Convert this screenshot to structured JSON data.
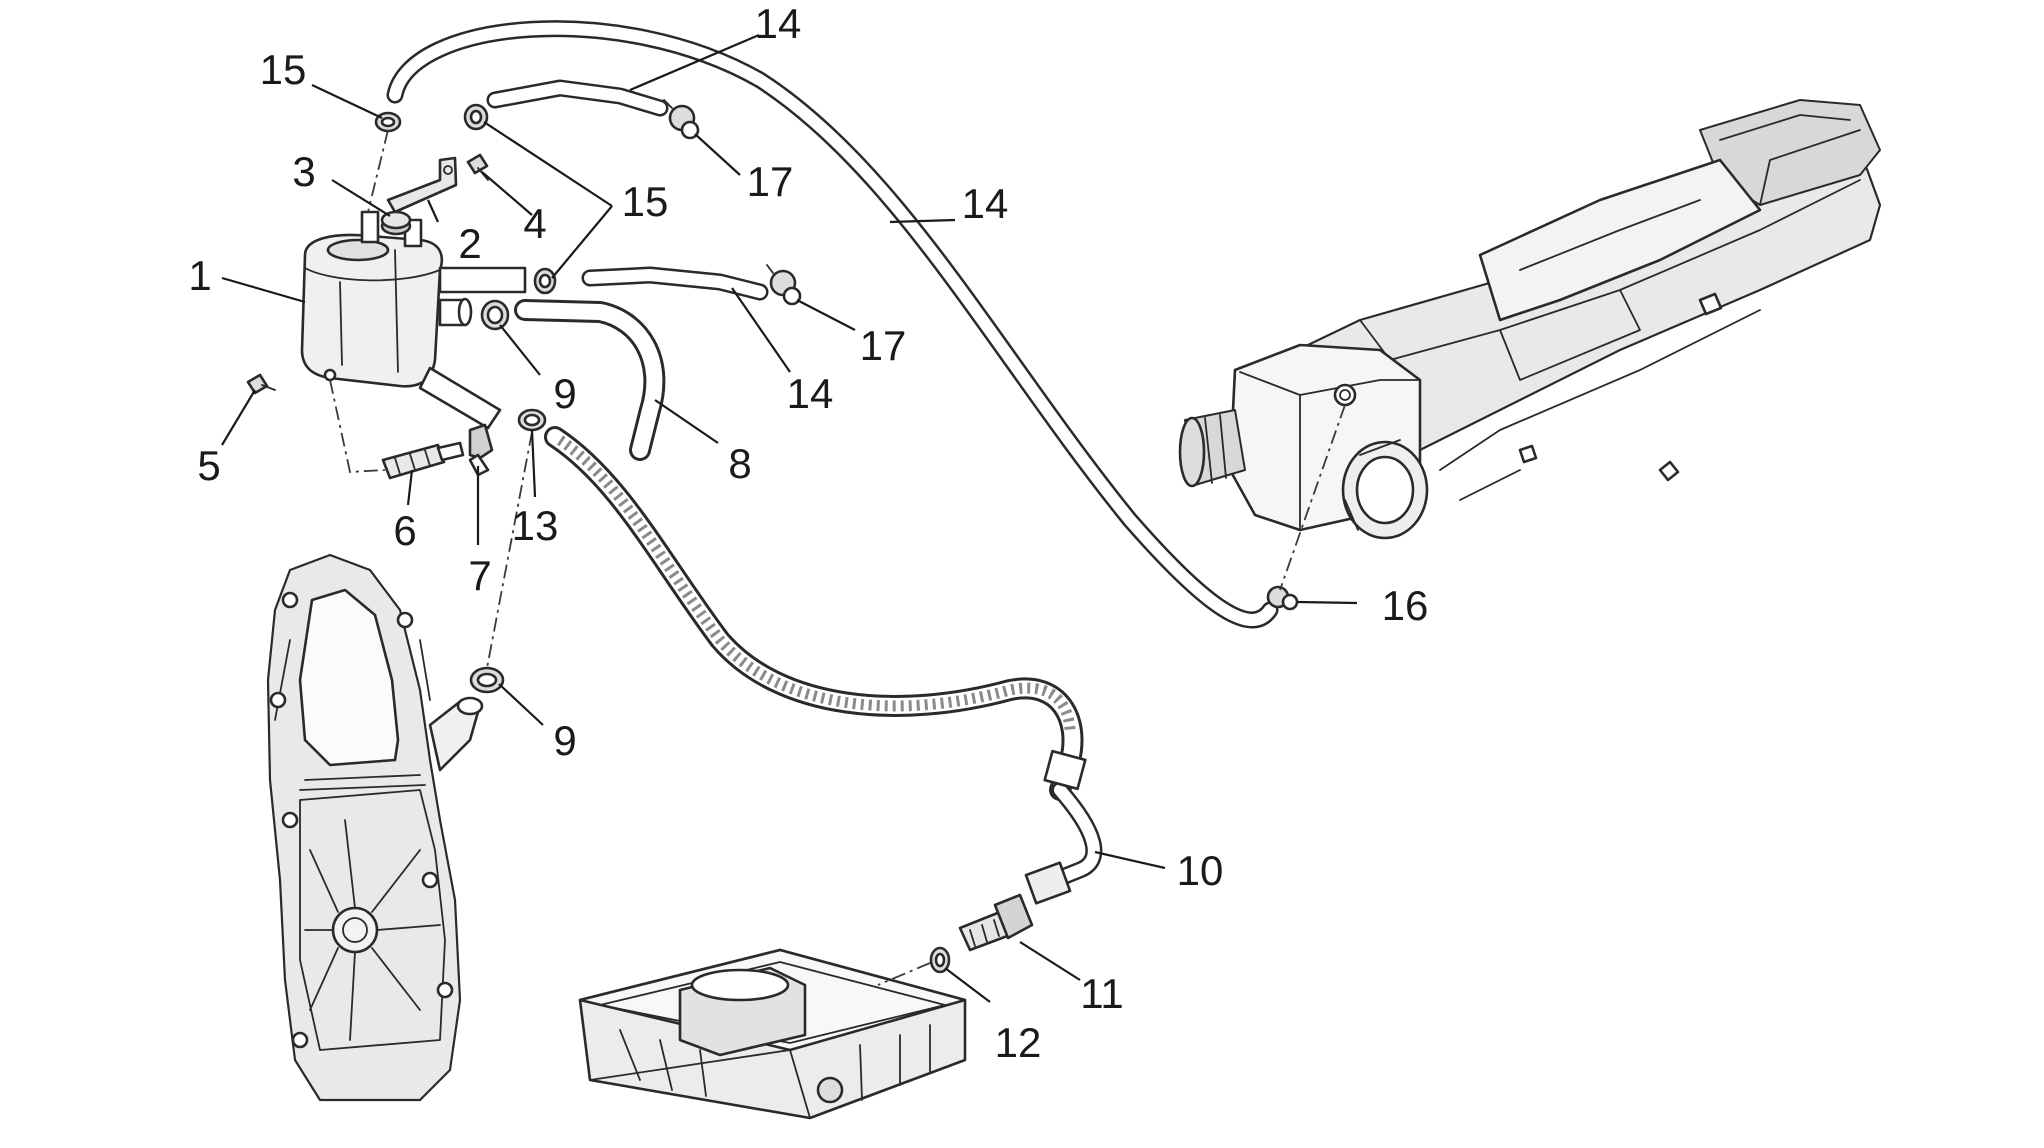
{
  "diagram": {
    "callouts": [
      {
        "id": "c1",
        "label": "1"
      },
      {
        "id": "c2",
        "label": "2"
      },
      {
        "id": "c3",
        "label": "3"
      },
      {
        "id": "c4",
        "label": "4"
      },
      {
        "id": "c5",
        "label": "5"
      },
      {
        "id": "c6",
        "label": "6"
      },
      {
        "id": "c7",
        "label": "7"
      },
      {
        "id": "c8",
        "label": "8"
      },
      {
        "id": "c9a",
        "label": "9"
      },
      {
        "id": "c9b",
        "label": "9"
      },
      {
        "id": "c10",
        "label": "10"
      },
      {
        "id": "c11",
        "label": "11"
      },
      {
        "id": "c12",
        "label": "12"
      },
      {
        "id": "c13",
        "label": "13"
      },
      {
        "id": "c14a",
        "label": "14"
      },
      {
        "id": "c14b",
        "label": "14"
      },
      {
        "id": "c14c",
        "label": "14"
      },
      {
        "id": "c15a",
        "label": "15"
      },
      {
        "id": "c15b",
        "label": "15"
      },
      {
        "id": "c16",
        "label": "16"
      },
      {
        "id": "c17a",
        "label": "17"
      },
      {
        "id": "c17b",
        "label": "17"
      }
    ]
  },
  "colors": {
    "ink": "#2a2a2a",
    "background": "#ffffff",
    "shade": "#e9e9e9"
  }
}
